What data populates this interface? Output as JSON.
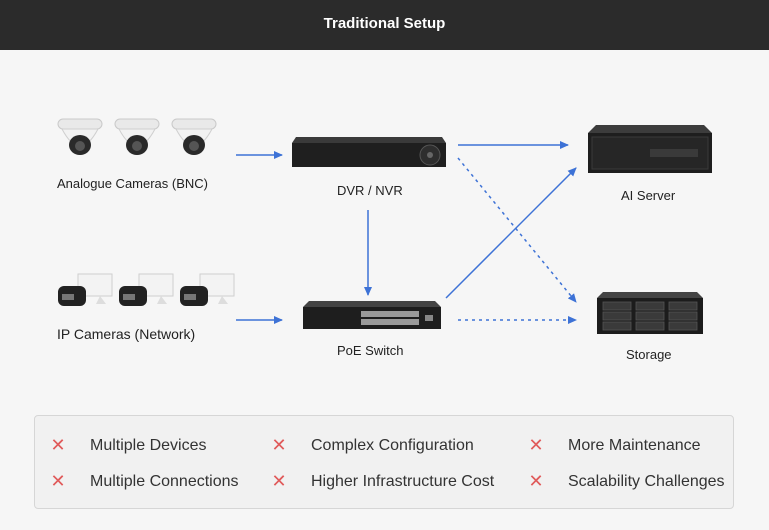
{
  "header": {
    "title": "Traditional Setup"
  },
  "nodes": {
    "analogue": "Analogue Cameras (BNC)",
    "ip": "IP Cameras (Network)",
    "dvr": "DVR / NVR",
    "poe": "PoE Switch",
    "ai": "AI Server",
    "storage": "Storage"
  },
  "drawbacks": [
    "Multiple Devices",
    "Complex Configuration",
    "More Maintenance",
    "Multiple Connections",
    "Higher Infrastructure Cost",
    "Scalability Challenges"
  ],
  "colors": {
    "arrow": "#3d72d6",
    "cross": "#e05a5a",
    "header": "#2b2b2b"
  },
  "icons": {
    "cross": "✕"
  }
}
